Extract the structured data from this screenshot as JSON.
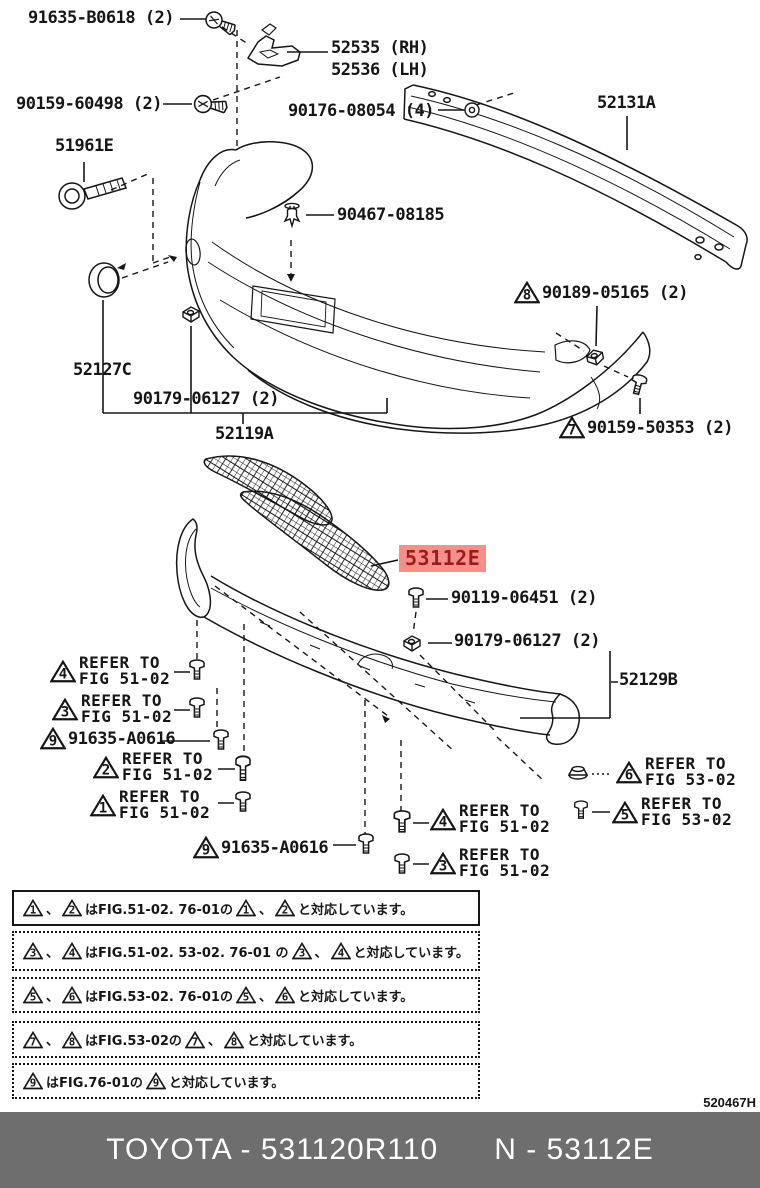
{
  "labels": {
    "screw_top": "91635-B0618 (2)",
    "bracket_rh": "52535 (RH)",
    "bracket_lh": "52536 (LH)",
    "screw_left": "90159-60498 (2)",
    "bolt_reinf": "90176-08054 (4)",
    "reinforcement": "52131A",
    "tow_hook": "51961E",
    "clip_top": "90467-08185",
    "hole_cover": "52127C",
    "clip_bumper": "90179-06127 (2)",
    "bumper_cover": "52119A",
    "clip_side": "90189-05165 (2)",
    "screw_side": "90159-50353 (2)",
    "grille": "53112E",
    "bolt_grille": "90119-06451 (2)",
    "clip_lower": "90179-06127 (2)",
    "spoiler": "52129B",
    "bolt_nine": "91635-A0616",
    "refer_to": "REFER TO",
    "fig_5102": "FIG 51-02",
    "fig_5302": "FIG 53-02",
    "doc_code": "520467H"
  },
  "notes": {
    "n4a": {
      "tri": "4"
    },
    "n3a": {
      "tri": "3"
    },
    "n9a": {
      "tri": "9"
    },
    "n2": {
      "tri": "2"
    },
    "n1": {
      "tri": "1"
    },
    "n8": {
      "tri": "8"
    },
    "n7": {
      "tri": "7"
    },
    "n6": {
      "tri": "6"
    },
    "n5": {
      "tri": "5"
    },
    "n9b": {
      "tri": "9"
    },
    "n4b": {
      "tri": "4"
    },
    "n3b": {
      "tri": "3"
    }
  },
  "legend": {
    "rows": [
      {
        "segments": [
          {
            "t": "tri",
            "v": "1"
          },
          {
            "t": "txt",
            "v": "、"
          },
          {
            "t": "tri",
            "v": "2"
          },
          {
            "t": "txt",
            "v": "はFIG.51-02. 76-01の"
          },
          {
            "t": "tri",
            "v": "1"
          },
          {
            "t": "txt",
            "v": "、"
          },
          {
            "t": "tri",
            "v": "2"
          },
          {
            "t": "txt",
            "v": "と対応しています。"
          }
        ]
      },
      {
        "segments": [
          {
            "t": "tri",
            "v": "3"
          },
          {
            "t": "txt",
            "v": "、"
          },
          {
            "t": "tri",
            "v": "4"
          },
          {
            "t": "txt",
            "v": "はFIG.51-02. 53-02. 76-01 の"
          },
          {
            "t": "tri",
            "v": "3"
          },
          {
            "t": "txt",
            "v": "、"
          },
          {
            "t": "tri",
            "v": "4"
          },
          {
            "t": "txt",
            "v": "と対応しています。"
          }
        ]
      },
      {
        "segments": [
          {
            "t": "tri",
            "v": "5"
          },
          {
            "t": "txt",
            "v": "、"
          },
          {
            "t": "tri",
            "v": "6"
          },
          {
            "t": "txt",
            "v": "はFIG.53-02. 76-01の"
          },
          {
            "t": "tri",
            "v": "5"
          },
          {
            "t": "txt",
            "v": "、"
          },
          {
            "t": "tri",
            "v": "6"
          },
          {
            "t": "txt",
            "v": "と対応しています。"
          }
        ]
      },
      {
        "segments": [
          {
            "t": "tri",
            "v": "7"
          },
          {
            "t": "txt",
            "v": "、"
          },
          {
            "t": "tri",
            "v": "8"
          },
          {
            "t": "txt",
            "v": "はFIG.53-02の"
          },
          {
            "t": "tri",
            "v": "7"
          },
          {
            "t": "txt",
            "v": "、"
          },
          {
            "t": "tri",
            "v": "8"
          },
          {
            "t": "txt",
            "v": "と対応しています。"
          }
        ]
      },
      {
        "segments": [
          {
            "t": "tri",
            "v": "9"
          },
          {
            "t": "txt",
            "v": "はFIG.76-01の"
          },
          {
            "t": "tri",
            "v": "9"
          },
          {
            "t": "txt",
            "v": "と対応しています。"
          }
        ]
      }
    ]
  },
  "footer": {
    "catalog_code": "TOYOTA - 531120R110",
    "part_code": "N - 53112E"
  },
  "colors": {
    "highlight-bg": "#f59088",
    "highlight-fg": "#9e1b1b",
    "footer-bg": "#6e6e6e",
    "line": "#161616"
  }
}
